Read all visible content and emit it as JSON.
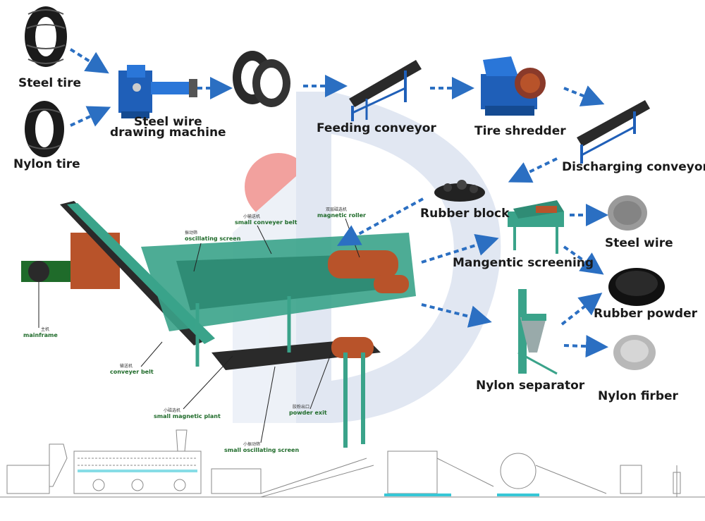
{
  "flow_labels": {
    "steel_tire": "Steel tire",
    "nylon_tire": "Nylon tire",
    "wire_drawing_line1": "Steel wire",
    "wire_drawing_line2": "drawing machine",
    "feeding_conveyor": "Feeding conveyor",
    "tire_shredder": "Tire shredder",
    "discharging_conveyor": "Discharging conveyor",
    "rubber_block": "Rubber block",
    "magnetic_screening": "Mangentic screening",
    "steel_wire": "Steel wire",
    "rubber_powder": "Rubber powder",
    "nylon_separator": "Nylon separator",
    "nylon_fiber": "Nylon firber"
  },
  "machine_labels": {
    "mainframe": "mainframe",
    "conveyor_belt": "conveyer belt",
    "oscillating_screen": "oscillating screen",
    "small_conveyor_belt": "small conveyer belt",
    "magnetic_roller": "magnetic roller",
    "small_magnetic_plant": "small magnetic plant",
    "powder_exit": "powder exit",
    "small_oscillating_screen": "small oscillating screen"
  },
  "machine_labels_cn": {
    "mainframe": "主机",
    "conveyor_belt": "输送机",
    "oscillating_screen": "振动筛",
    "small_conveyor_belt": "小输送机",
    "magnetic_roller": "双层磁选机",
    "small_magnetic_plant": "小磁选机",
    "powder_exit": "胶粉出口",
    "small_oscillating_screen": "小振动筛"
  },
  "colors": {
    "arrow": "#2b6fc2",
    "machine_blue": "#1f5fb8",
    "machine_green": "#3aa38a",
    "belt_dark": "#2a2a2a",
    "watermark_red": "#e8564f",
    "watermark_blue": "#c9d4e8"
  }
}
